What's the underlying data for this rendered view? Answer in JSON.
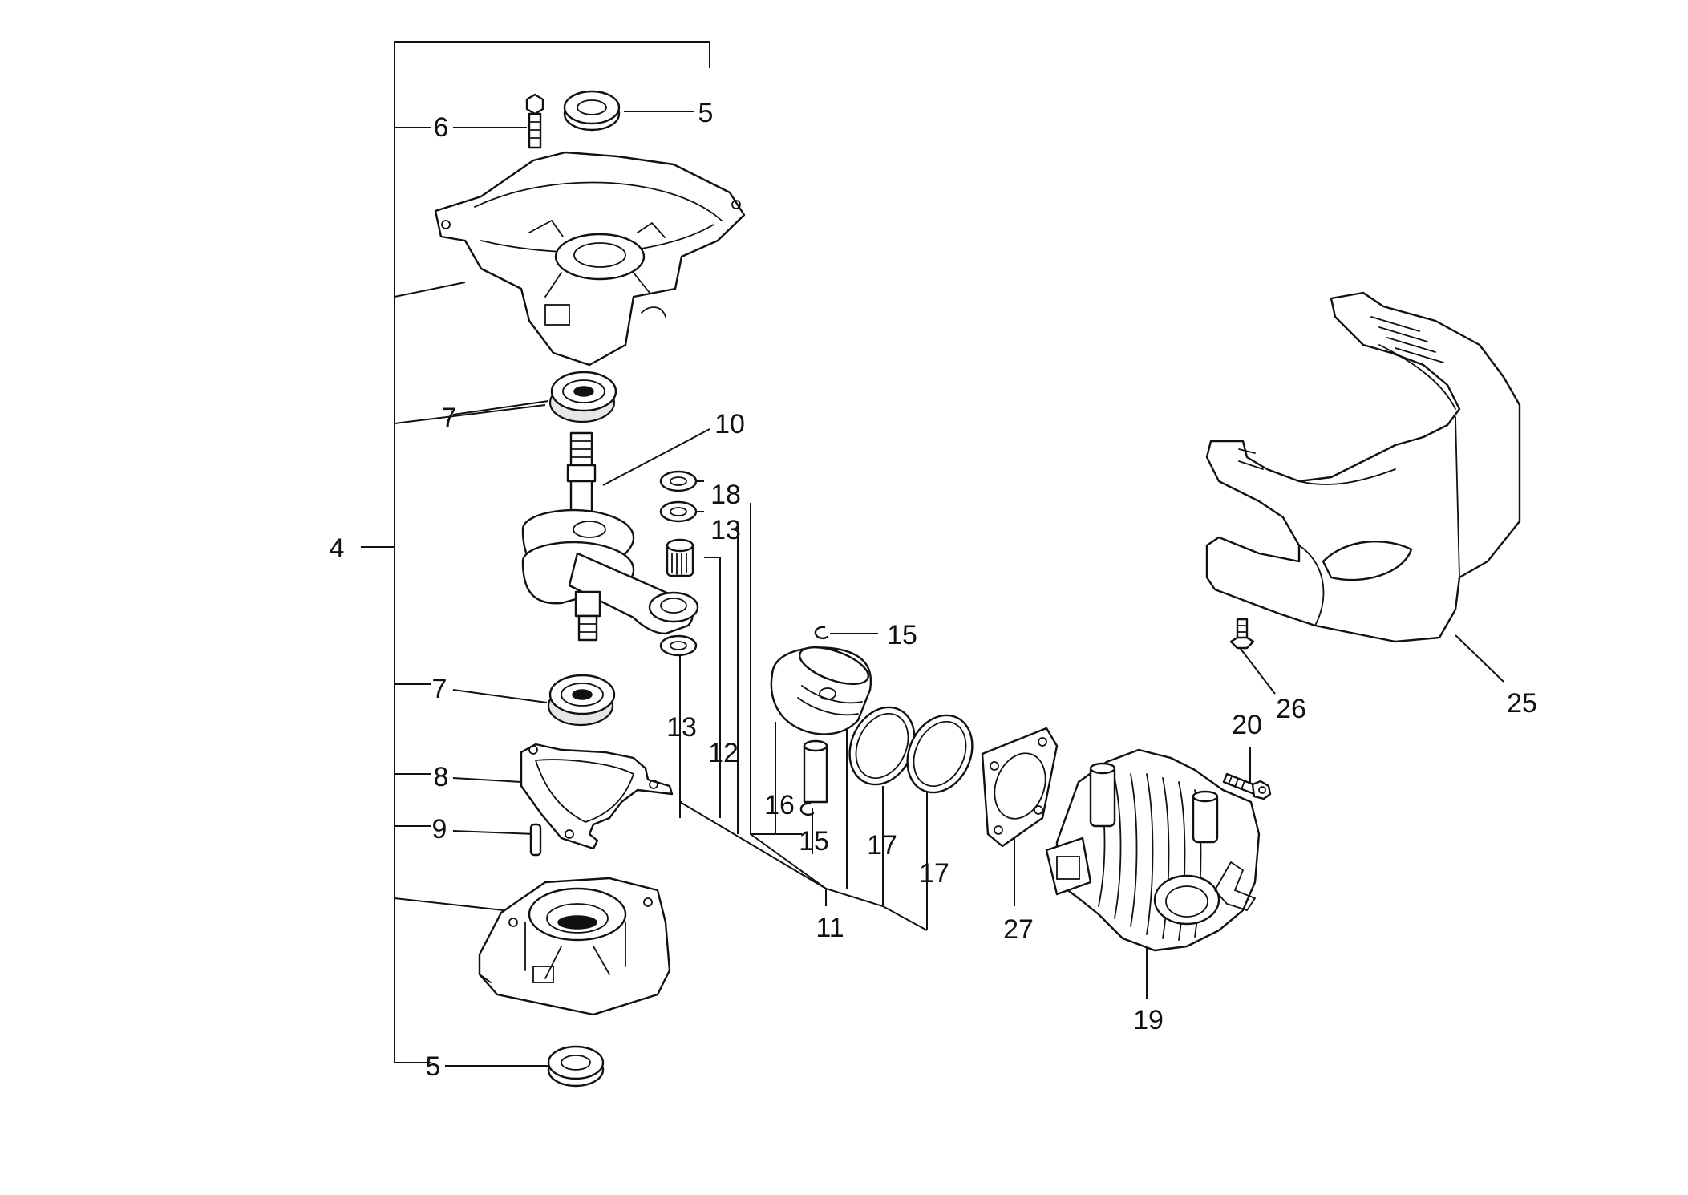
{
  "labels": {
    "p4": "4",
    "p5_top": "5",
    "p5_bottom": "5",
    "p6": "6",
    "p7_upper": "7",
    "p7_lower": "7",
    "p8": "8",
    "p9": "9",
    "p10": "10",
    "p11": "11",
    "p12": "12",
    "p13_upper": "13",
    "p13_lower": "13",
    "p15_upper": "15",
    "p15_lower": "15",
    "p16": "16",
    "p17_left": "17",
    "p17_right": "17",
    "p18": "18",
    "p19": "19",
    "p20": "20",
    "p25": "25",
    "p26": "26",
    "p27": "27"
  }
}
